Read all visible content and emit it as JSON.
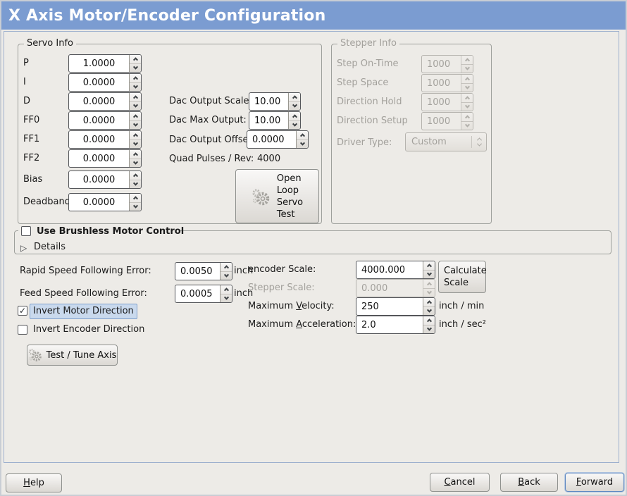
{
  "window": {
    "title": "X Axis Motor/Encoder Configuration"
  },
  "colors": {
    "titlebar": "#7B9CD1",
    "content_border": "#9DB0CE",
    "focus_highlight": "#C9D9ED",
    "background": "#EDEBE7"
  },
  "icons": {
    "expander": "▷",
    "check": "✓",
    "gears": "gears-icon"
  },
  "servo_info": {
    "frame_label": "Servo Info",
    "params": [
      {
        "label": "P",
        "value": "1.0000"
      },
      {
        "label": "I",
        "value": "0.0000"
      },
      {
        "label": "D",
        "value": "0.0000"
      },
      {
        "label": "FF0",
        "value": "0.0000"
      },
      {
        "label": "FF1",
        "value": "0.0000"
      },
      {
        "label": "FF2",
        "value": "0.0000"
      },
      {
        "label": "Bias",
        "value": "0.0000"
      },
      {
        "label": "Deadband",
        "value": "0.0000"
      }
    ],
    "dac_output_scale": {
      "label": "Dac Output Scale:",
      "value": "10.00"
    },
    "dac_max_output": {
      "label": "Dac Max Output:",
      "value": "10.00"
    },
    "dac_output_offset": {
      "label": "Dac Output Offset:",
      "value": "0.0000"
    },
    "quad_pulses": {
      "label": "Quad Pulses / Rev:",
      "value": "4000"
    },
    "open_loop_button": "Open\nLoop\nServo\nTest"
  },
  "stepper_info": {
    "frame_label": "Stepper Info",
    "params": [
      {
        "label": "Step On-Time",
        "value": "1000"
      },
      {
        "label": "Step Space",
        "value": "1000"
      },
      {
        "label": "Direction Hold",
        "value": "1000"
      },
      {
        "label": "Direction Setup",
        "value": "1000"
      }
    ],
    "driver_type": {
      "label": "Driver Type:",
      "value": "Custom"
    }
  },
  "brushless": {
    "checkbox_label": "Use Brushless Motor Control",
    "details_label": "Details"
  },
  "following_error": {
    "rapid": {
      "label": "Rapid Speed Following Error:",
      "value": "0.0050",
      "unit": "inch"
    },
    "feed": {
      "label": "Feed Speed Following Error:",
      "value": "0.0005",
      "unit": "inch"
    }
  },
  "direction": {
    "invert_motor": {
      "label": "Invert Motor Direction"
    },
    "invert_encoder": {
      "label": "Invert Encoder Direction"
    },
    "test_tune_button": "Test / Tune Axis"
  },
  "scale": {
    "encoder_scale": {
      "label": "encoder Scale:",
      "value": "4000.000"
    },
    "stepper_scale": {
      "label": "Stepper Scale:",
      "value": "0.000"
    },
    "max_velocity": {
      "label_pre": "Maximum ",
      "label_mn": "V",
      "label_post": "elocity:",
      "value": "250",
      "unit": "inch / min"
    },
    "max_accel": {
      "label_pre": "Maximum ",
      "label_mn": "A",
      "label_post": "cceleration:",
      "value": "2.0",
      "unit": "inch / sec²"
    },
    "calculate_button": "Calculate\nScale"
  },
  "footer": {
    "help": {
      "mn": "H",
      "rest": "elp"
    },
    "cancel": {
      "mn": "C",
      "rest": "ancel"
    },
    "back": {
      "mn": "B",
      "rest": "ack"
    },
    "forward": {
      "mn": "F",
      "rest": "orward"
    }
  }
}
